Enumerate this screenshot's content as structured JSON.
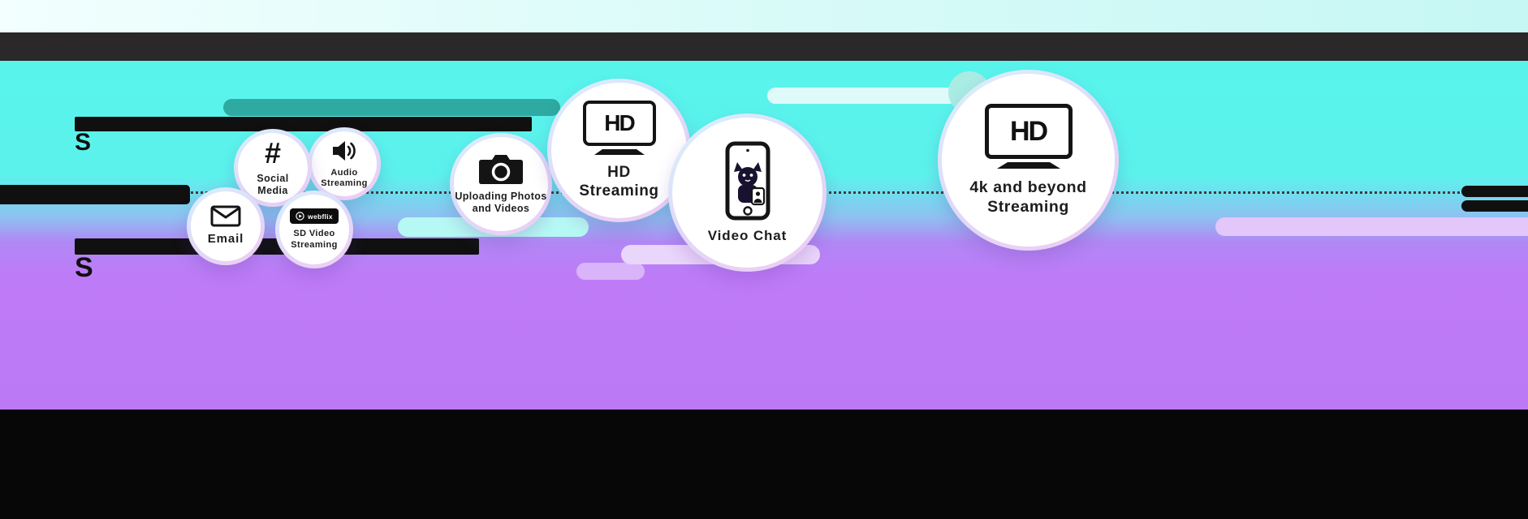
{
  "colors": {
    "teal_bg": "#58F4EC",
    "purple_bg": "#BD7BF7",
    "header_bar": "#2B2829",
    "footer": "#070707",
    "pill_dark_teal": "#2EAAA2",
    "pill_light_cyan": "#B6F9F4",
    "pill_lavender": "#E3C6FA",
    "bubble_rim_blue": "#D8F3FC",
    "bubble_rim_pink": "#EFCCF3"
  },
  "annotations": {
    "left_top_letter": "S",
    "left_bottom_letter": "S"
  },
  "bubbles": [
    {
      "label": "Email",
      "icon": "envelope-icon"
    },
    {
      "label": "Social Media",
      "icon": "hashtag-icon"
    },
    {
      "label": "Audio Streaming",
      "icon": "speaker-icon"
    },
    {
      "label": "SD Video Streaming",
      "icon": "webflix-logo-icon",
      "logo_text": "webflix"
    },
    {
      "label": "Uploading Photos and Videos",
      "icon": "camera-icon"
    },
    {
      "label": "HD Streaming",
      "icon": "hd-tv-icon",
      "tv_text": "HD"
    },
    {
      "label": "Video Chat",
      "icon": "video-chat-phone-icon"
    },
    {
      "label": "4k and beyond Streaming",
      "icon": "hd-tv-icon",
      "tv_text": "HD"
    }
  ]
}
